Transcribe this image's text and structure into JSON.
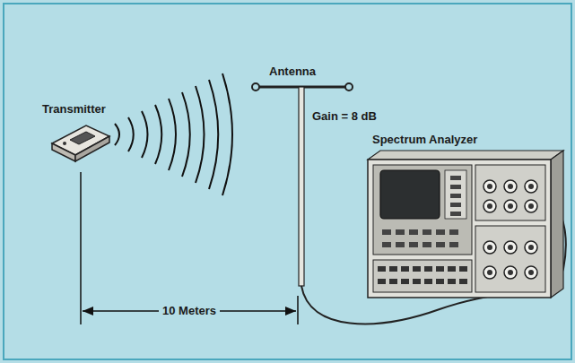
{
  "diagram": {
    "labels": [
      "Transmitter",
      "Antenna",
      "Gain = 8 dB",
      "Spectrum Analyzer",
      "10 Meters"
    ]
  }
}
